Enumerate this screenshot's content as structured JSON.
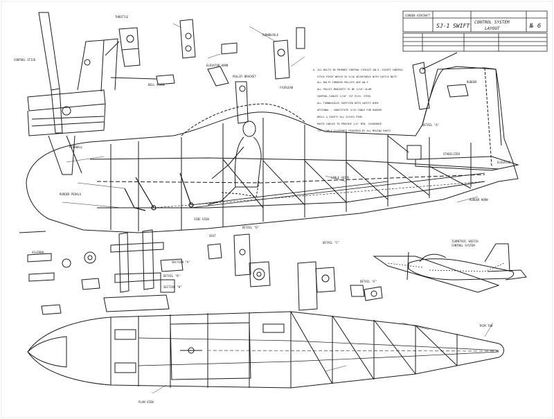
{
  "title_block": {
    "company": "CORBEN AIRCRAFT",
    "drawing_title": "CONTROL SYSTEM",
    "drawing_subtitle": "LAYOUT",
    "model": "SJ-1 SWIFT",
    "sheet_no": "№ 6"
  },
  "notes": [
    "A. ALL BOLTS IN PRIMARY CONTROL CIRCUIT AN-3, EXCEPT CONTROL",
    "STICK PIVOT WHICH IS 5/16 ADJUSTABLE WITH CASTLE NUTS",
    "ALL BOLTS THROUGH PULLEYS ARE AN-3",
    "ALL PULLEY BRACKETS TO BE 1/16\" ALUM.",
    "CONTROL CABLES 1/16\" 7X7 FLEX. STEEL",
    "ALL TURNBUCKLES SAFETIED WITH SAFETY WIRE",
    "OPTIONAL - SUBSTITUTE 3/32 CABLE FOR RUDDER",
    "DRILL & SAFETY ALL CLEVIS PINS",
    "ROUTE CABLES TO PROVIDE 1/4\" MIN. CLEARANCE",
    "TYP. CABLE CLEARANCE REQUIRED BY ALL MOVING PARTS"
  ],
  "labels": {
    "control_stick": "CONTROL STICK",
    "throttle": "THROTTLE",
    "rudder_pedals": "RUDDER PEDALS",
    "bell_crank": "BELL CRANK",
    "elevator_horn": "ELEVATOR HORN",
    "rudder_horn": "RUDDER HORN",
    "aileron": "AILERON",
    "pulley_bracket": "PULLEY BRACKET",
    "fairlead": "FAIRLEAD",
    "turnbuckle": "TURNBUCKLE",
    "seat": "SEAT",
    "firewall": "FIREWALL",
    "cable_guide": "CABLE GUIDE",
    "detail_a": "DETAIL \"A\"",
    "detail_b": "DETAIL \"B\"",
    "detail_c": "DETAIL \"C\"",
    "detail_d": "DETAIL \"D\"",
    "detail_e": "DETAIL \"E\"",
    "section_aa": "SECTION \"A\"",
    "section_bb": "SECTION \"B\"",
    "isometric": "ISOMETRIC SKETCH",
    "control_system": "CONTROL SYSTEM",
    "plan_view": "PLAN VIEW",
    "side_view": "SIDE VIEW",
    "trim_tab": "TRIM TAB",
    "elevator": "ELEVATOR",
    "rudder": "RUDDER",
    "stab": "STABILIZER"
  }
}
